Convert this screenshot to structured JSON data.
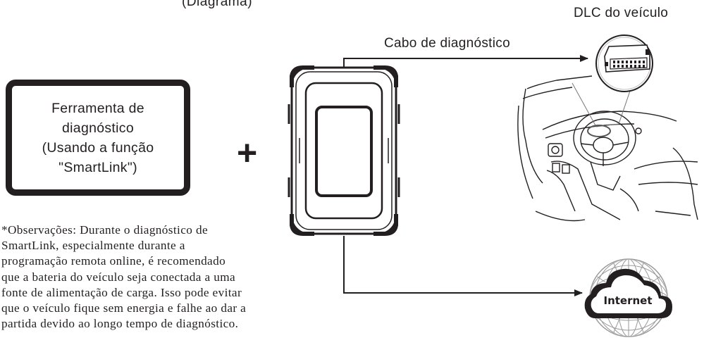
{
  "header_fragment": "(Diagrama)",
  "labels": {
    "dlc": "DLC do veículo",
    "cable": "Cabo de diagnóstico",
    "internet": "Internet",
    "plus": "+"
  },
  "tool_box": {
    "lines": [
      "Ferramenta de",
      "diagnóstico",
      "(Usando a função",
      "\"SmartLink\")"
    ]
  },
  "note": {
    "lines": [
      "*Observações: Durante o diagnóstico de",
      "SmartLink, especialmente durante a",
      "programação remota online, é recomendado",
      "que a bateria do veículo seja conectada a uma",
      "fonte de alimentação de carga. Isso pode evitar",
      "que o veículo fique sem energia e falhe ao dar a",
      "partida devido ao longo tempo de diagnóstico."
    ]
  },
  "colors": {
    "ink": "#231f20",
    "background": "#ffffff",
    "globe_grid": "#9a9a9a"
  }
}
